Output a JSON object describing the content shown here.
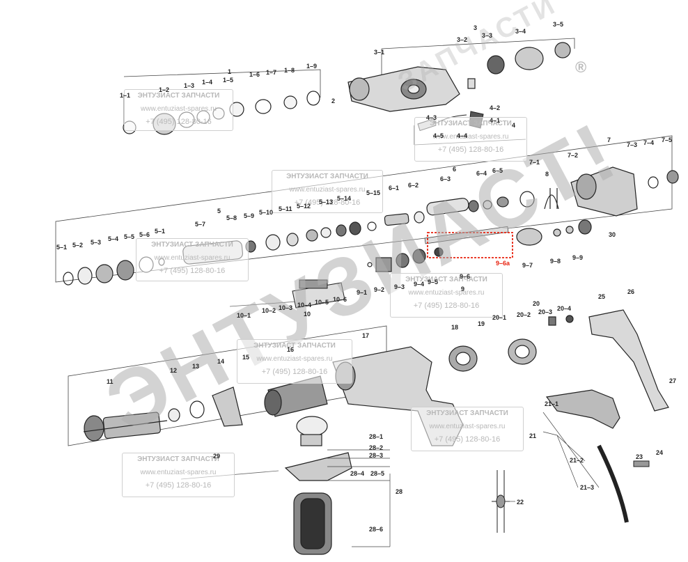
{
  "diagram": {
    "watermark_main": "ЭНТУЗИАСТ!",
    "watermark_secondary": "ЗАПЧАСТИ",
    "registered_mark": "®",
    "stamp": {
      "name": "ЭНТУЗИАСТ ЗАПЧАСТИ",
      "site": "www.entuziast-spares.ru",
      "phone": "+7 (495) 128-80-16"
    },
    "labels": {
      "p1": "1",
      "p1_1": "1–1",
      "p1_2": "1–2",
      "p1_3": "1–3",
      "p1_4": "1–4",
      "p1_5": "1–5",
      "p1_6": "1–6",
      "p1_7": "1–7",
      "p1_8": "1–8",
      "p1_9": "1–9",
      "p2": "2",
      "p3": "3",
      "p3_1": "3–1",
      "p3_2": "3–2",
      "p3_3": "3–3",
      "p3_4": "3–4",
      "p3_5": "3–5",
      "p4": "4",
      "p4_1": "4–1",
      "p4_2": "4–2",
      "p4_3": "4–3",
      "p4_4": "4–4",
      "p4_5": "4–5",
      "p5": "5",
      "p5_1": "5–1",
      "p5_2": "5–2",
      "p5_3": "5–3",
      "p5_4": "5–4",
      "p5_5": "5–5",
      "p5_6": "5–6",
      "p5_7": "5–7",
      "p5_8": "5–8",
      "p5_9": "5–9",
      "p5_10": "5–10",
      "p5_11": "5–11",
      "p5_12": "5–12",
      "p5_13": "5–13",
      "p5_14": "5–14",
      "p5_15": "5–15",
      "p5_1b": "5–1",
      "p6": "6",
      "p6_1": "6–1",
      "p6_2": "6–2",
      "p6_3": "6–3",
      "p6_4": "6–4",
      "p6_5": "6–5",
      "p7": "7",
      "p7_1": "7–1",
      "p7_2": "7–2",
      "p7_3": "7–3",
      "p7_4": "7–4",
      "p7_5": "7–5",
      "p8": "8",
      "p9": "9",
      "p9_1": "9–1",
      "p9_2": "9–2",
      "p9_3": "9–3",
      "p9_4": "9–4",
      "p9_5": "9–5",
      "p9_6": "9–6",
      "p9_6a": "9–6a",
      "p9_7": "9–7",
      "p9_8": "9–8",
      "p9_9": "9–9",
      "p10": "10",
      "p10_1": "10–1",
      "p10_2": "10–2",
      "p10_3": "10–3",
      "p10_4": "10–4",
      "p10_5": "10–5",
      "p10_6": "10–6",
      "p11": "11",
      "p12": "12",
      "p13": "13",
      "p14": "14",
      "p15": "15",
      "p16": "16",
      "p17": "17",
      "p18": "18",
      "p19": "19",
      "p20": "20",
      "p20_1": "20–1",
      "p20_2": "20–2",
      "p20_3": "20–3",
      "p20_4": "20–4",
      "p21": "21",
      "p21_1": "21–1",
      "p21_2": "21–2",
      "p21_3": "21–3",
      "p22": "22",
      "p23": "23",
      "p24": "24",
      "p25": "25",
      "p26": "26",
      "p27": "27",
      "p28": "28",
      "p28_1": "28–1",
      "p28_2": "28–2",
      "p28_3": "28–3",
      "p28_4": "28–4",
      "p28_5": "28–5",
      "p28_6": "28–6",
      "p29": "29",
      "p30": "30"
    },
    "highlight_color": "#e8220f",
    "line_color": "#333333"
  }
}
